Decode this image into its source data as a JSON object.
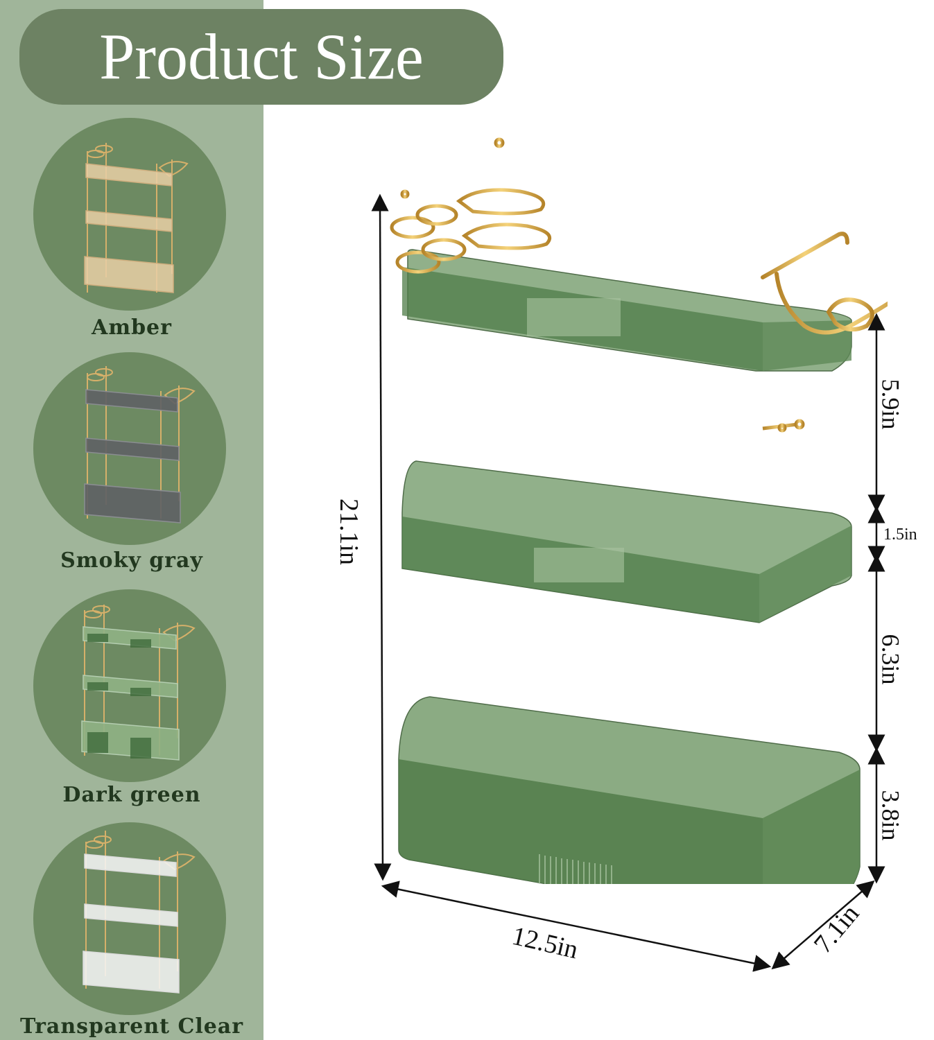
{
  "header": {
    "title": "Product Size"
  },
  "colors": {
    "sidebar_bg": "#a0b59a",
    "pill_bg": "#6d8263",
    "circle_bg": "#6d8a62",
    "label_text": "#22381f",
    "gold": "#d4a640",
    "shelf_green": "#6f9a68"
  },
  "variants": [
    {
      "label": "Amber",
      "tint": "#e9cfa6"
    },
    {
      "label": "Smoky gray",
      "tint": "#6b6e72"
    },
    {
      "label": "Dark green",
      "tint": "#4f7a4a"
    },
    {
      "label": "Transparent Clear",
      "tint": "#f2f2f2"
    }
  ],
  "dimensions": {
    "total_height": "21.1in",
    "top_gap": "5.9in",
    "shelf_thickness": "1.5in",
    "middle_gap": "6.3in",
    "bottom_bin": "3.8in",
    "length": "12.5in",
    "width": "7.1in"
  }
}
